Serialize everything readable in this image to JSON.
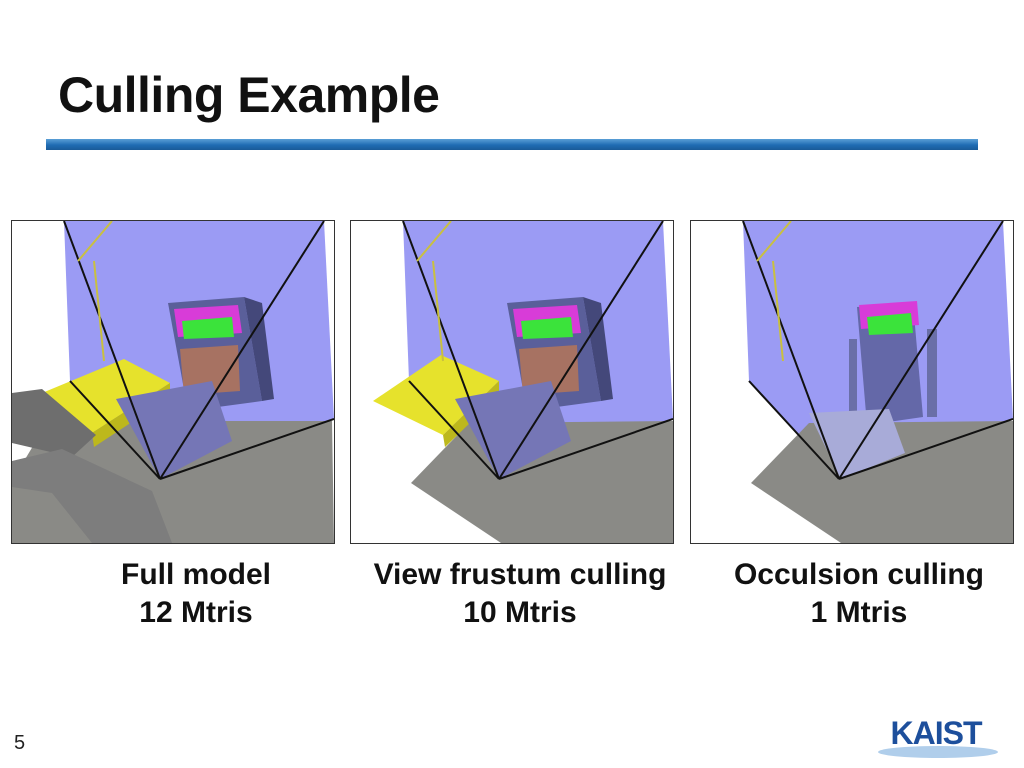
{
  "slide": {
    "title": "Culling Example",
    "page_number": "5"
  },
  "panels": [
    {
      "caption_line1": "Full model",
      "caption_line2": "12 Mtris"
    },
    {
      "caption_line1": "View frustum culling",
      "caption_line2": "10 Mtris"
    },
    {
      "caption_line1": "Occulsion culling",
      "caption_line2": "1 Mtris"
    }
  ],
  "logo": {
    "text": "KAIST"
  },
  "colors": {
    "title_rule": "#1f6cb3",
    "frustum": "#9b9bf4",
    "ground": "#8a8a86",
    "yellow_deck": "#e6e22c",
    "building": "#5a5f9a",
    "highlight_green": "#3be33b",
    "highlight_magenta": "#d83cd8",
    "logo_blue": "#1d4f9c"
  }
}
